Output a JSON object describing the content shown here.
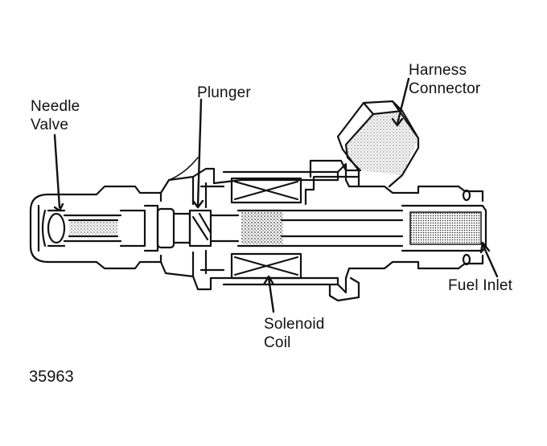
{
  "diagram": {
    "labels": {
      "needle_valve": [
        "Needle",
        "Valve"
      ],
      "plunger": "Plunger",
      "harness_connector": [
        "Harness",
        "Connector"
      ],
      "fuel_inlet": "Fuel Inlet",
      "solenoid_coil": [
        "Solenoid",
        "Coil"
      ]
    },
    "figure_number": "35963",
    "colors": {
      "ink": "#111111",
      "paper": "#ffffff",
      "stipple": "#555555"
    }
  }
}
